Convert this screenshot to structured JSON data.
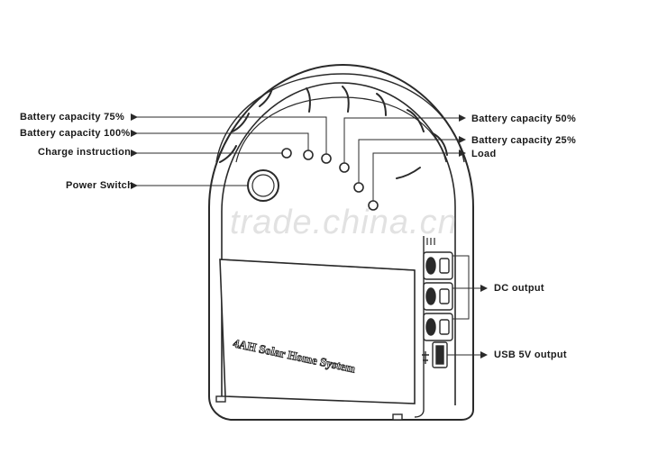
{
  "labels": {
    "battery_75": "Battery capacity 75%",
    "battery_100": "Battery capacity 100%",
    "charge_instruction": "Charge instruction",
    "power_switch": "Power Switch",
    "battery_50": "Battery capacity 50%",
    "battery_25": "Battery capacity 25%",
    "load": "Load",
    "dc_output": "DC output",
    "usb_output": "USB 5V output"
  },
  "device_name": "4AH Solar Home System",
  "watermark": "trade.china.cn",
  "colors": {
    "line": "#2a2a2a",
    "text": "#1a1a1a",
    "watermark": "#a0a0a0"
  }
}
